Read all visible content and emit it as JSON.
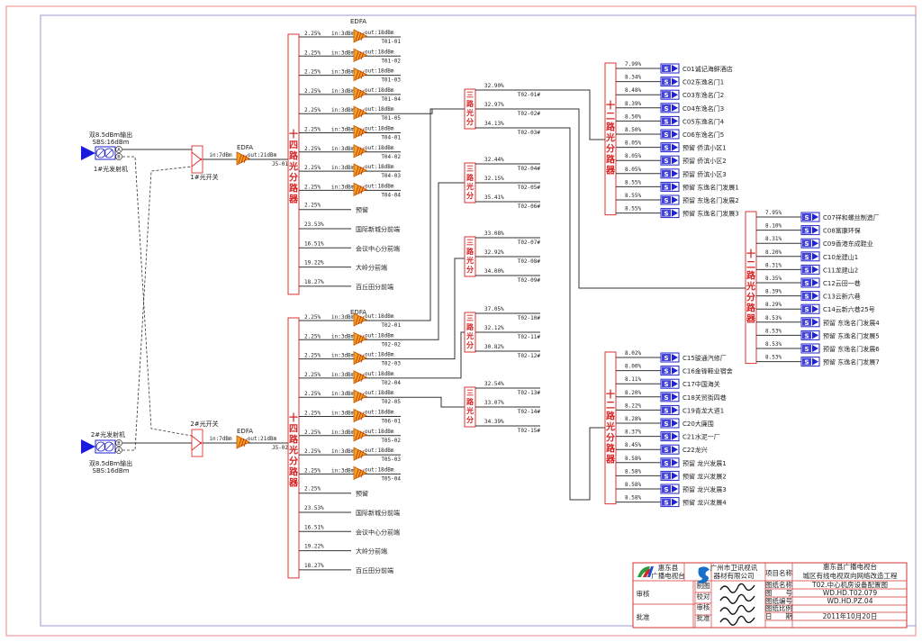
{
  "title_block": {
    "client": "惠东县\n广播电视台",
    "contractor": "广州市卫讯视讯\n器材有限公司",
    "project_label": "项目名称",
    "project_name_line1": "惠东县广播电视台",
    "project_name_line2": "城区有线电视双向网络改造工程",
    "review_label": "审核",
    "approve_label": "批准",
    "rows": [
      {
        "role": "制图",
        "field": "图纸名称",
        "value": "T02.中心机房设备配置图"
      },
      {
        "role": "校对",
        "field": "图　　号",
        "value": "WD.HD.T02.079"
      },
      {
        "role": "",
        "field": "图纸编号",
        "value": "WD.HD.PZ.04"
      },
      {
        "role": "审核",
        "field": "图纸比例",
        "value": ""
      },
      {
        "role": "批准",
        "field": "日　　期",
        "value": "2011年10月20日"
      }
    ]
  },
  "transmitters": [
    {
      "name": "1#光发射机",
      "output": "双8.5dBm输出",
      "sbs": "SBS:16dBm",
      "port_a": "A",
      "port_b": "B"
    },
    {
      "name": "2#光发射机",
      "output": "双8.5dBm输出",
      "sbs": "SBS:16dBm",
      "port_a": "A",
      "port_b": "B"
    }
  ],
  "switches": [
    {
      "name": "1#光开关"
    },
    {
      "name": "2#光开关"
    }
  ],
  "main_edfa": [
    {
      "label": "EDFA",
      "in": "in:7dBm",
      "out": "out:21dBm",
      "port": "J5-01"
    },
    {
      "label": "EDFA",
      "in": "in:7dBm",
      "out": "out:21dBm",
      "port": "J5-02"
    }
  ],
  "splitter14_label": "十四路光分路器",
  "splitter3_label": "三路光分",
  "splitter12_label": "十二路光分路器",
  "edfa_branch": {
    "label": "EDFA",
    "in": "in:3dBm",
    "out": "out:18dBm"
  },
  "splitters14": [
    {
      "branches": [
        {
          "pct": "2.25%",
          "edfa": true,
          "port": "T01-01"
        },
        {
          "pct": "2.25%",
          "edfa": true,
          "port": "T01-02"
        },
        {
          "pct": "2.25%",
          "edfa": true,
          "port": "T01-03"
        },
        {
          "pct": "2.25%",
          "edfa": true,
          "port": "T01-04"
        },
        {
          "pct": "2.25%",
          "edfa": true,
          "port": "T01-05"
        },
        {
          "pct": "2.25%",
          "edfa": true,
          "port": "T04-01"
        },
        {
          "pct": "2.25%",
          "edfa": true,
          "port": "T04-02"
        },
        {
          "pct": "2.25%",
          "edfa": true,
          "port": "T04-03"
        },
        {
          "pct": "2.25%",
          "edfa": true,
          "port": "T04-04"
        },
        {
          "pct": "2.25%",
          "edfa": false,
          "port": "预留"
        },
        {
          "pct": "23.53%",
          "edfa": false,
          "port": "国际新城分前端"
        },
        {
          "pct": "16.51%",
          "edfa": false,
          "port": "会议中心分前端"
        },
        {
          "pct": "19.22%",
          "edfa": false,
          "port": "大岭分前端"
        },
        {
          "pct": "18.27%",
          "edfa": false,
          "port": "百丘田分前端"
        }
      ]
    },
    {
      "branches": [
        {
          "pct": "2.25%",
          "edfa": true,
          "port": "T02-01"
        },
        {
          "pct": "2.25%",
          "edfa": true,
          "port": "T02-02"
        },
        {
          "pct": "2.25%",
          "edfa": true,
          "port": "T02-03"
        },
        {
          "pct": "2.25%",
          "edfa": true,
          "port": "T02-04"
        },
        {
          "pct": "2.25%",
          "edfa": true,
          "port": "T02-05"
        },
        {
          "pct": "2.25%",
          "edfa": true,
          "port": "T06-01"
        },
        {
          "pct": "2.25%",
          "edfa": true,
          "port": "T05-02"
        },
        {
          "pct": "2.25%",
          "edfa": true,
          "port": "T05-03"
        },
        {
          "pct": "2.25%",
          "edfa": true,
          "port": "T05-04"
        },
        {
          "pct": "2.25%",
          "edfa": false,
          "port": "预留"
        },
        {
          "pct": "23.53%",
          "edfa": false,
          "port": "国际新城分前端"
        },
        {
          "pct": "16.51%",
          "edfa": false,
          "port": "会议中心分前端"
        },
        {
          "pct": "19.22%",
          "edfa": false,
          "port": "大岭分前端"
        },
        {
          "pct": "18.27%",
          "edfa": false,
          "port": "百丘田分前端"
        }
      ]
    }
  ],
  "splitters3": [
    {
      "branches": [
        {
          "pct": "32.90%",
          "port": "T02-01#"
        },
        {
          "pct": "32.97%",
          "port": "T02-02#"
        },
        {
          "pct": "34.13%",
          "port": "T02-03#"
        }
      ]
    },
    {
      "branches": [
        {
          "pct": "32.44%",
          "port": "T02-04#"
        },
        {
          "pct": "32.15%",
          "port": "T02-05#"
        },
        {
          "pct": "35.41%",
          "port": "T02-06#"
        }
      ]
    },
    {
      "branches": [
        {
          "pct": "33.08%",
          "port": "T02-07#"
        },
        {
          "pct": "32.92%",
          "port": "T02-08#"
        },
        {
          "pct": "34.00%",
          "port": "T02-09#"
        }
      ]
    },
    {
      "branches": [
        {
          "pct": "37.05%",
          "port": "T02-10#"
        },
        {
          "pct": "32.12%",
          "port": "T02-11#"
        },
        {
          "pct": "30.82%",
          "port": "T02-12#"
        }
      ]
    },
    {
      "branches": [
        {
          "pct": "32.54%",
          "port": "T02-13#"
        },
        {
          "pct": "33.07%",
          "port": "T02-14#"
        },
        {
          "pct": "34.39%",
          "port": "T02-15#"
        }
      ]
    }
  ],
  "splitters12": [
    {
      "branches": [
        {
          "pct": "7.99%",
          "dest": "C01诚记海鲜酒店"
        },
        {
          "pct": "8.34%",
          "dest": "C02东逸名门1"
        },
        {
          "pct": "8.48%",
          "dest": "C03东逸名门2"
        },
        {
          "pct": "8.39%",
          "dest": "C04东逸名门3"
        },
        {
          "pct": "8.50%",
          "dest": "C05东逸名门4"
        },
        {
          "pct": "8.50%",
          "dest": "C06东逸名门5"
        },
        {
          "pct": "8.05%",
          "dest": "预留  侨滨小区1"
        },
        {
          "pct": "8.05%",
          "dest": "预留  侨滨小区2"
        },
        {
          "pct": "8.05%",
          "dest": "预留  侨滨小区3"
        },
        {
          "pct": "8.55%",
          "dest": "预留  东逸名门发展1"
        },
        {
          "pct": "8.55%",
          "dest": "预留  东逸名门发展2"
        },
        {
          "pct": "8.55%",
          "dest": "预留  东逸名门发展3"
        }
      ]
    },
    {
      "branches": [
        {
          "pct": "7.95%",
          "dest": "C07祥和螺丝制造厂"
        },
        {
          "pct": "8.10%",
          "dest": "C08富康环保"
        },
        {
          "pct": "8.31%",
          "dest": "C09香港东成鞋业"
        },
        {
          "pct": "8.20%",
          "dest": "C10龙建山1"
        },
        {
          "pct": "8.31%",
          "dest": "C11龙建山2"
        },
        {
          "pct": "8.35%",
          "dest": "C12云田一巷"
        },
        {
          "pct": "8.39%",
          "dest": "C13云新六巷"
        },
        {
          "pct": "8.29%",
          "dest": "C14云新六巷25号"
        },
        {
          "pct": "8.53%",
          "dest": "预留  东逸名门发展4"
        },
        {
          "pct": "8.53%",
          "dest": "预留  东逸名门发展5"
        },
        {
          "pct": "8.53%",
          "dest": "预留  东逸名门发展6"
        },
        {
          "pct": "8.53%",
          "dest": "预留  东逸名门发展7"
        }
      ]
    },
    {
      "branches": [
        {
          "pct": "8.02%",
          "dest": "C15骏通汽修厂"
        },
        {
          "pct": "8.00%",
          "dest": "C16金锋鞋业宿舍"
        },
        {
          "pct": "8.11%",
          "dest": "C17中国海关"
        },
        {
          "pct": "8.20%",
          "dest": "C18关贸街四巷"
        },
        {
          "pct": "8.22%",
          "dest": "C19青龙大道1"
        },
        {
          "pct": "8.28%",
          "dest": "C20大廉围"
        },
        {
          "pct": "8.37%",
          "dest": "C21水泥一厂"
        },
        {
          "pct": "8.45%",
          "dest": "C22龙兴"
        },
        {
          "pct": "8.58%",
          "dest": "预留  龙兴发展1"
        },
        {
          "pct": "8.58%",
          "dest": "预留  龙兴发展2"
        },
        {
          "pct": "8.58%",
          "dest": "预留  龙兴发展3"
        },
        {
          "pct": "8.58%",
          "dest": "预留  龙兴发展4"
        }
      ]
    }
  ],
  "colors": {
    "frame_red": "#e05555",
    "frame_blue": "#8888cc",
    "splitter_red": "#d42020",
    "node_blue": "#2222cc",
    "edfa_orange": "#f08a10"
  }
}
